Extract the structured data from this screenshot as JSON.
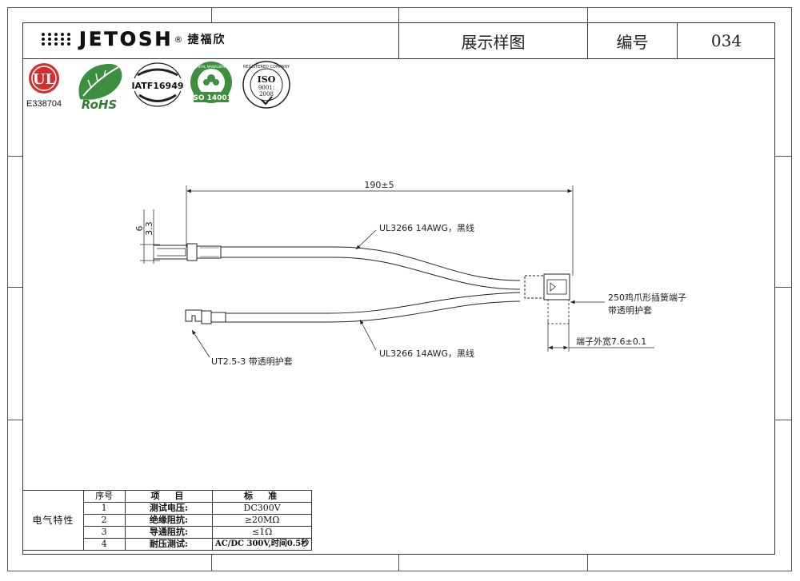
{
  "title_block": {
    "brand_name": "JETOSH",
    "brand_reg": "®",
    "brand_cn": "捷福欣",
    "drawing_type": "展示样图",
    "number_label": "编号",
    "number_value": "034"
  },
  "certifications": {
    "ul_file_number": "E338704",
    "rohs_label": "RoHS",
    "iatf_label": "IATF16949",
    "iso14001_label": "ISO 14001",
    "iso9001_label": "ISO",
    "iso9001_number": "9001:",
    "iso9001_year": "2008",
    "ul_mark": "UL",
    "iso14001_ring_text": "ENVIRONMENTAL MANAGEMENT SYSTEM",
    "iso9001_ring_text": "REGISTERED COMPANY"
  },
  "diagram": {
    "overall_length": "190±5",
    "ring_dim_outer": "6",
    "ring_dim_inner": "3.3",
    "upper_wire_label": "UL3266 14AWG，黑线",
    "lower_wire_label": "UL3266 14AWG，黑线",
    "right_terminal_line1": "250鸡爪形插簧端子",
    "right_terminal_line2": "带透明护套",
    "left_terminal_label": "UT2.5-3 带透明护套",
    "terminal_width_label": "端子外宽7.6±0.1"
  },
  "spec_table": {
    "section_label": "电气特性",
    "headers": [
      "序号",
      "项　目",
      "标　准"
    ],
    "rows": [
      {
        "no": "1",
        "item": "测试电压:",
        "standard": "DC300V"
      },
      {
        "no": "2",
        "item": "绝缘阻抗:",
        "standard": "≥20MΩ"
      },
      {
        "no": "3",
        "item": "导通阻抗:",
        "standard": "≤1Ω"
      },
      {
        "no": "4",
        "item": "耐压测试:",
        "standard": "AC/DC 300V,时间0.5秒"
      }
    ]
  }
}
